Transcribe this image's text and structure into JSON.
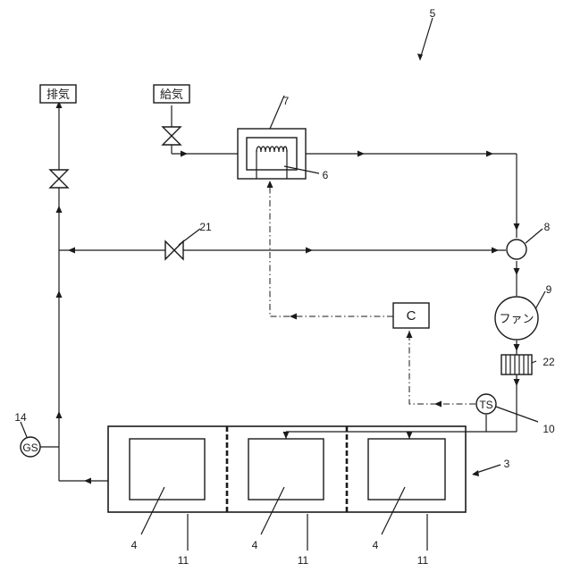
{
  "labels": {
    "exhaust": "排気",
    "supply": "給気",
    "controller": "C",
    "fan": "ファン",
    "temp_sensor": "TS",
    "gas_sensor": "GS"
  },
  "refs": {
    "r5": "5",
    "r7": "7",
    "r6": "6",
    "r21": "21",
    "r8": "8",
    "r9": "9",
    "r22": "22",
    "r14": "14",
    "r10": "10",
    "r3": "3",
    "r4a": "4",
    "r4b": "4",
    "r4c": "4",
    "r11a": "11",
    "r11b": "11",
    "r11c": "11"
  }
}
